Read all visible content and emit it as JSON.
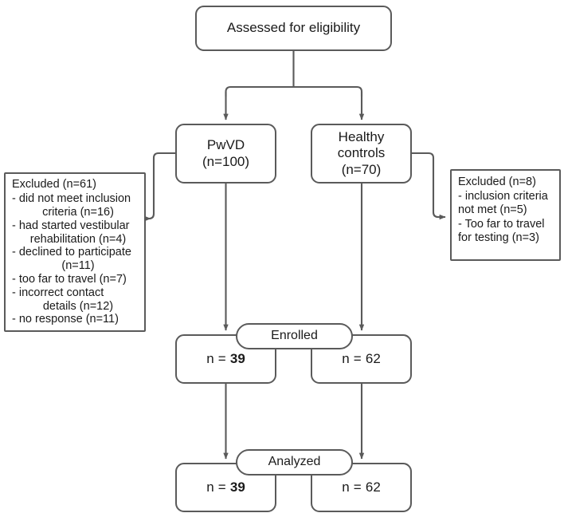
{
  "diagram": {
    "type": "consort-flow-diagram",
    "stroke_color": "#5a5a5a",
    "fill_color": "#ffffff",
    "text_color": "#1a1a1a"
  },
  "assessed": {
    "label": "Assessed for eligibility"
  },
  "groups": {
    "pwvd": {
      "name": "PwVD",
      "count": "(n=100)"
    },
    "healthy": {
      "name": "Healthy\ncontrols",
      "count": "(n=70)"
    }
  },
  "excluded_left": {
    "title": "Excluded (n=61)",
    "items": [
      {
        "main": "- did not meet inclusion",
        "cont": "criteria (n=16)"
      },
      {
        "main": "- had started vestibular",
        "cont": "rehabilitation (n=4)"
      },
      {
        "main": "- declined to participate",
        "cont": "(n=11)"
      },
      {
        "main": "- too far to travel (n=7)",
        "cont": ""
      },
      {
        "main": "- incorrect contact",
        "cont": "details (n=12)"
      },
      {
        "main": "- no response (n=11)",
        "cont": ""
      }
    ]
  },
  "excluded_right": {
    "title": "Excluded (n=8)",
    "items": [
      "- inclusion criteria\nnot met (n=5)",
      "- Too far to travel\nfor testing (n=3)"
    ]
  },
  "enrolled": {
    "stage_label": "Enrolled",
    "left_label": "n = ",
    "left_value": "39",
    "right_label": "n = ",
    "right_value": "62"
  },
  "analyzed": {
    "stage_label": "Analyzed",
    "left_label": "n = ",
    "left_value": "39",
    "right_label": "n = ",
    "right_value": "62"
  }
}
